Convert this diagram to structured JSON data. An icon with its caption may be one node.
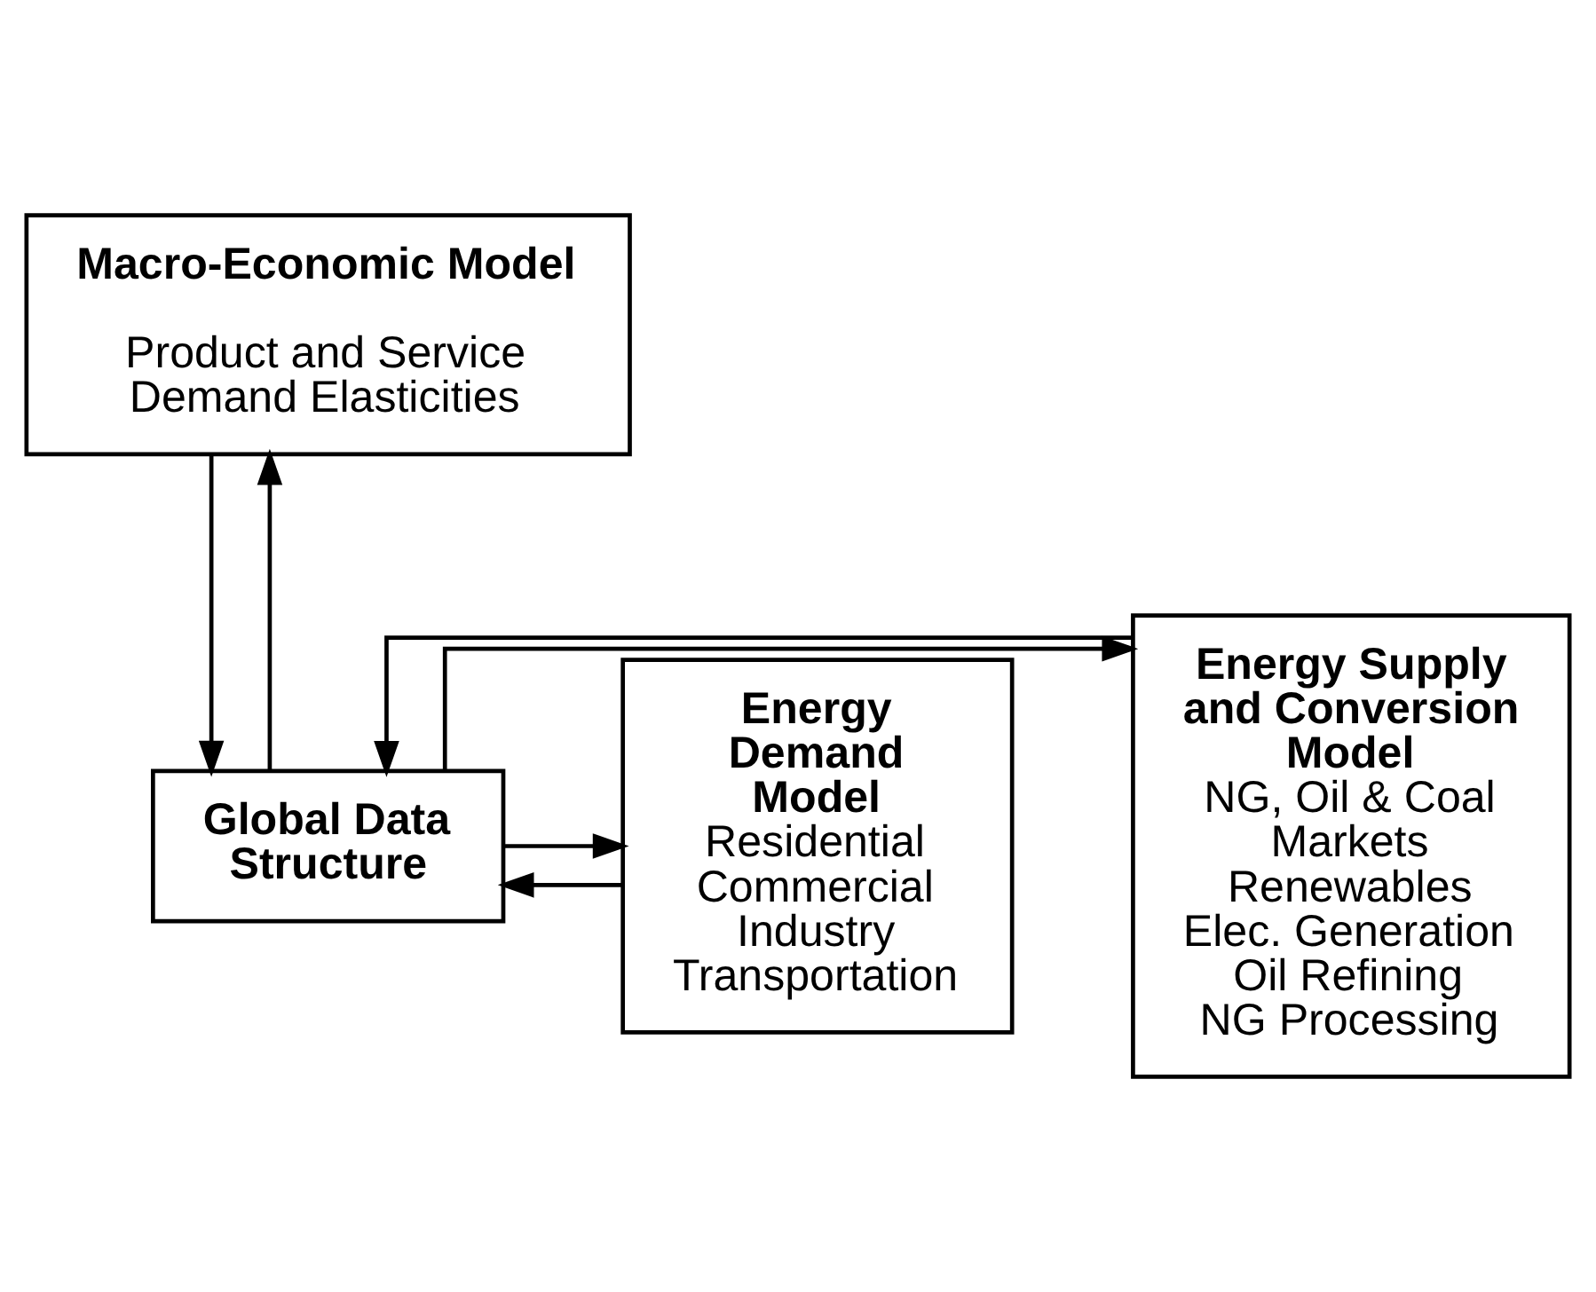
{
  "diagram": {
    "nodes": [
      {
        "text": [
          "Macro-Economic Model",
          "Product and Service Demand Elasticities"
        ]
      },
      {
        "text": [
          "Energy Supply and Conversion Model",
          "NG, Oil & Coal Markets",
          "Renewables",
          "Elec. Generation",
          "Oil Refining",
          "NG Processing"
        ]
      },
      {
        "text": [
          "Global Data Structure"
        ]
      },
      {
        "text": [
          "Energy Demand Model",
          "Residential",
          "Commercial",
          "Industry",
          "Transportation"
        ]
      }
    ],
    "edges": [
      {
        "from": 2,
        "to": 0,
        "arrow": "to"
      },
      {
        "from": 0,
        "to": 2,
        "arrow": "to"
      },
      {
        "from": 2,
        "to": 1,
        "arrow": "to"
      },
      {
        "from": 1,
        "to": 2,
        "arrow": "to"
      },
      {
        "from": 3,
        "to": 2,
        "arrow": "to"
      },
      {
        "from": 2,
        "to": 3,
        "arrow": "to"
      }
    ]
  }
}
